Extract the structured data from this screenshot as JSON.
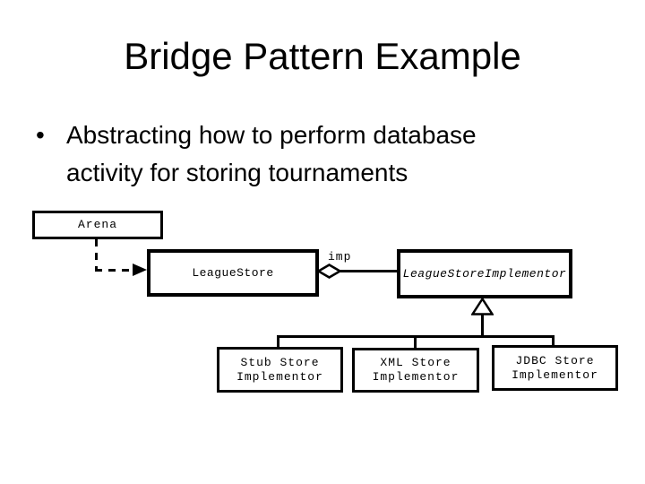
{
  "slide": {
    "title": "Bridge Pattern Example",
    "bullet": {
      "marker": "•",
      "line1": "Abstracting how to perform database",
      "line2": "activity for storing tournaments"
    }
  },
  "diagram": {
    "arena": {
      "label": "Arena"
    },
    "league_store": {
      "label": "LeagueStore"
    },
    "league_store_implementor": {
      "label": "LeagueStoreImplementor",
      "abstract": true
    },
    "aggregation_label": "imp",
    "implementors": [
      {
        "line1": "Stub Store",
        "line2": "Implementor"
      },
      {
        "line1": "XML Store",
        "line2": "Implementor"
      },
      {
        "line1": "JDBC Store",
        "line2": "Implementor"
      }
    ],
    "colors": {
      "ink": "#000000",
      "paper": "#ffffff"
    }
  }
}
